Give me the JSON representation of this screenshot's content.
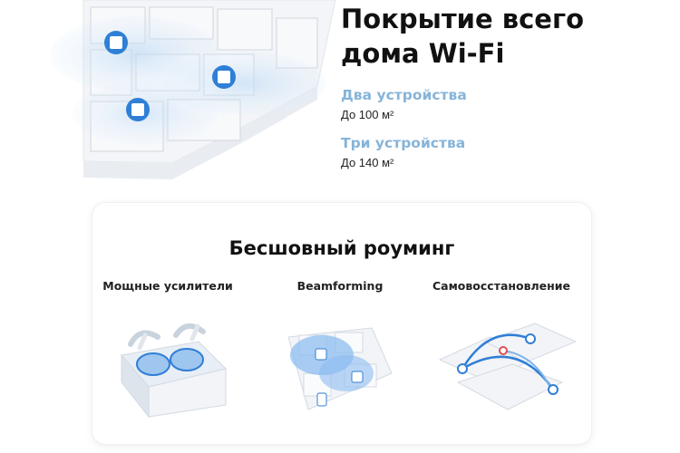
{
  "coverage": {
    "title_line1": "Покрытие всего",
    "title_line2": "дома Wi-Fi",
    "options": [
      {
        "title": "Два устройства",
        "area": "До 100 м²"
      },
      {
        "title": "Три устройства",
        "area": "До 140 м²"
      }
    ]
  },
  "roaming": {
    "title": "Бесшовный роуминг",
    "features": [
      {
        "label": "Мощные усилители"
      },
      {
        "label": "Beamforming"
      },
      {
        "label": "Самовосстановление"
      }
    ]
  },
  "colors": {
    "accent": "#86b4d9",
    "signal_blue": "#2f7fd6",
    "card_border": "#f0f0f0"
  }
}
